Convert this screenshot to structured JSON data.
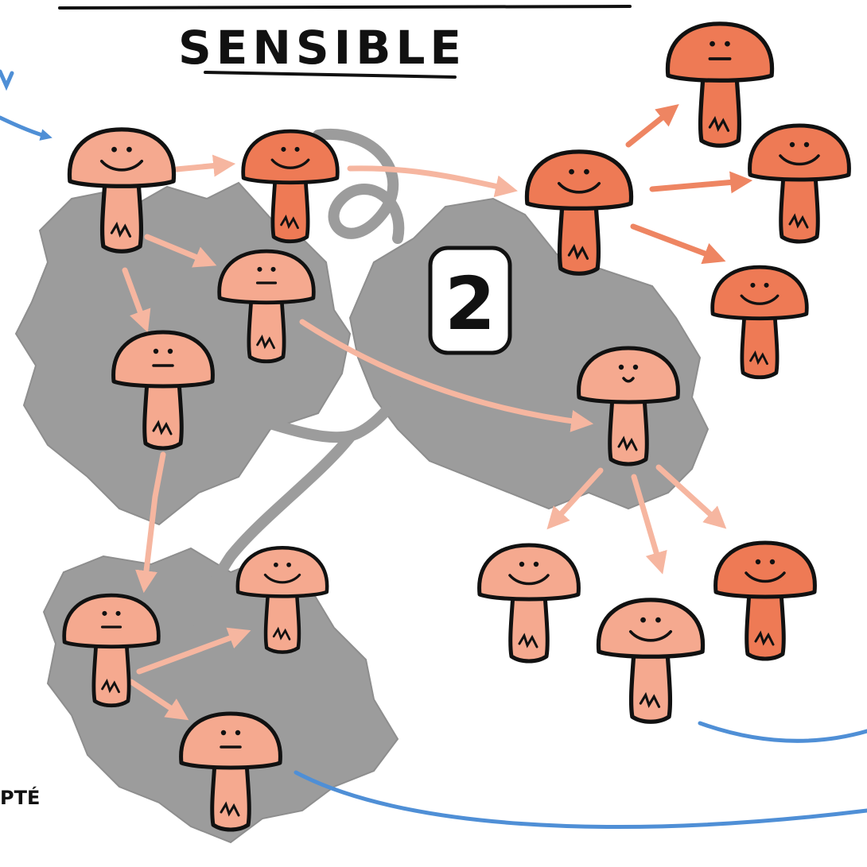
{
  "title": "SENSIBLE",
  "step_number": "2",
  "edge_fragment": "PTÉ",
  "colors": {
    "leaf": "#9c9c9c",
    "leaf_vein": "#8a8a8a",
    "mushroom_pale": "#f5a98f",
    "mushroom_orange": "#ee7a55",
    "arrow_pale": "#f6b6a0",
    "arrow_orange": "#ee8562",
    "flow_arrow": "#4f8fd6",
    "ink": "#111111"
  },
  "mushrooms": [
    {
      "name": "top-left",
      "tone": "pale",
      "face": "smile"
    },
    {
      "name": "top-middle",
      "tone": "orange",
      "face": "smile"
    },
    {
      "name": "upper-middle",
      "tone": "pale",
      "face": "neutral"
    },
    {
      "name": "left-middle",
      "tone": "pale",
      "face": "neutral"
    },
    {
      "name": "center-right",
      "tone": "orange",
      "face": "smile"
    },
    {
      "name": "top-right",
      "tone": "orange",
      "face": "neutral"
    },
    {
      "name": "right-upper",
      "tone": "orange",
      "face": "smile"
    },
    {
      "name": "right-middle",
      "tone": "orange",
      "face": "smile"
    },
    {
      "name": "center",
      "tone": "pale",
      "face": "small-smile"
    },
    {
      "name": "bottom-left",
      "tone": "pale",
      "face": "neutral"
    },
    {
      "name": "bottom-left-small",
      "tone": "pale",
      "face": "smile"
    },
    {
      "name": "bottom-center",
      "tone": "pale",
      "face": "neutral"
    },
    {
      "name": "bottom-right-a",
      "tone": "pale",
      "face": "smile"
    },
    {
      "name": "bottom-right-b",
      "tone": "pale",
      "face": "smile"
    },
    {
      "name": "bottom-right-c",
      "tone": "orange",
      "face": "smile"
    }
  ]
}
